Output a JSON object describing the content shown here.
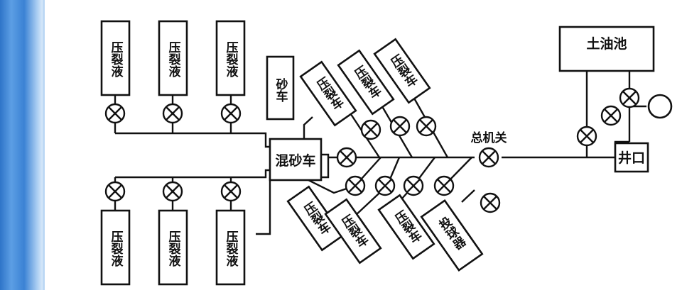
{
  "diagram": {
    "labels": {
      "fracturing_fluid": "压裂液",
      "sand_truck": "砂车",
      "fracturing_truck": "压裂车",
      "blender_truck": "混砂车",
      "main_valve": "总机关",
      "earth_oil_pit": "土油池",
      "wellhead": "井口",
      "ball_injector": "投球器"
    }
  }
}
